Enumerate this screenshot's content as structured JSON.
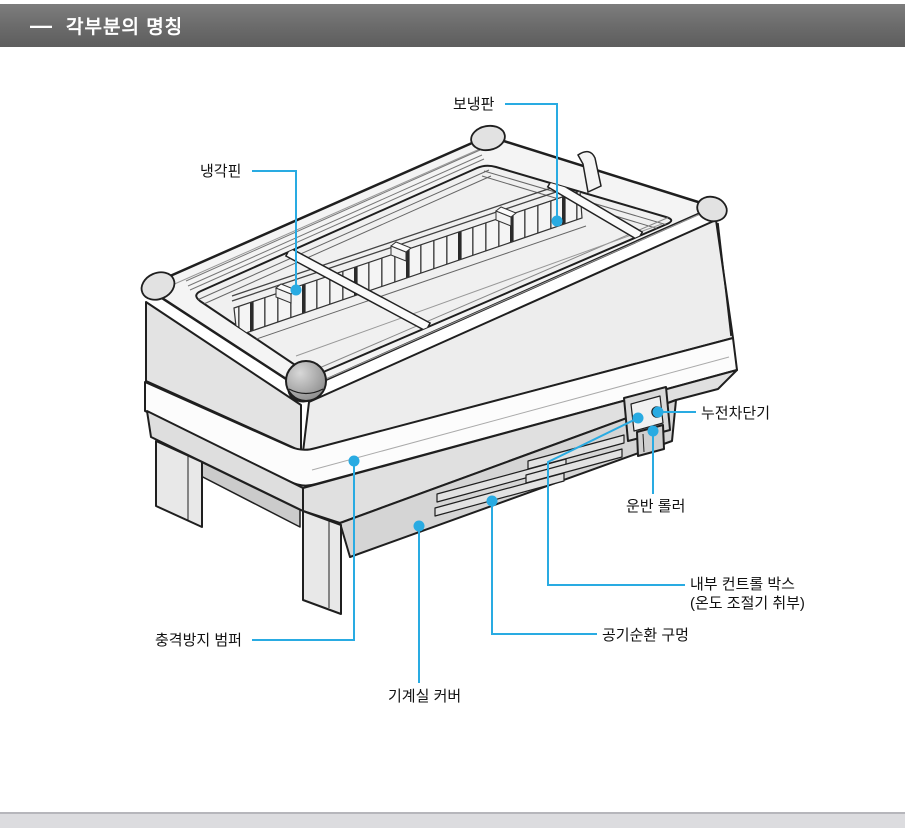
{
  "header": {
    "dash_icon": "—",
    "title": "각부분의 명칭"
  },
  "colors": {
    "accent": "#29abe2",
    "line": "#1f1f1f"
  },
  "diagram": {
    "labels": {
      "cold_plate": "보냉판",
      "cooling_fin": "냉각핀",
      "circuit_breaker": "누전차단기",
      "transport_roller": "운반 롤러",
      "control_box_line1": "내부 컨트롤 박스",
      "control_box_line2": "(온도 조절기 취부)",
      "air_hole": "공기순환 구멍",
      "machine_cover": "기계실 커버",
      "bumper": "충격방지 범퍼"
    }
  }
}
